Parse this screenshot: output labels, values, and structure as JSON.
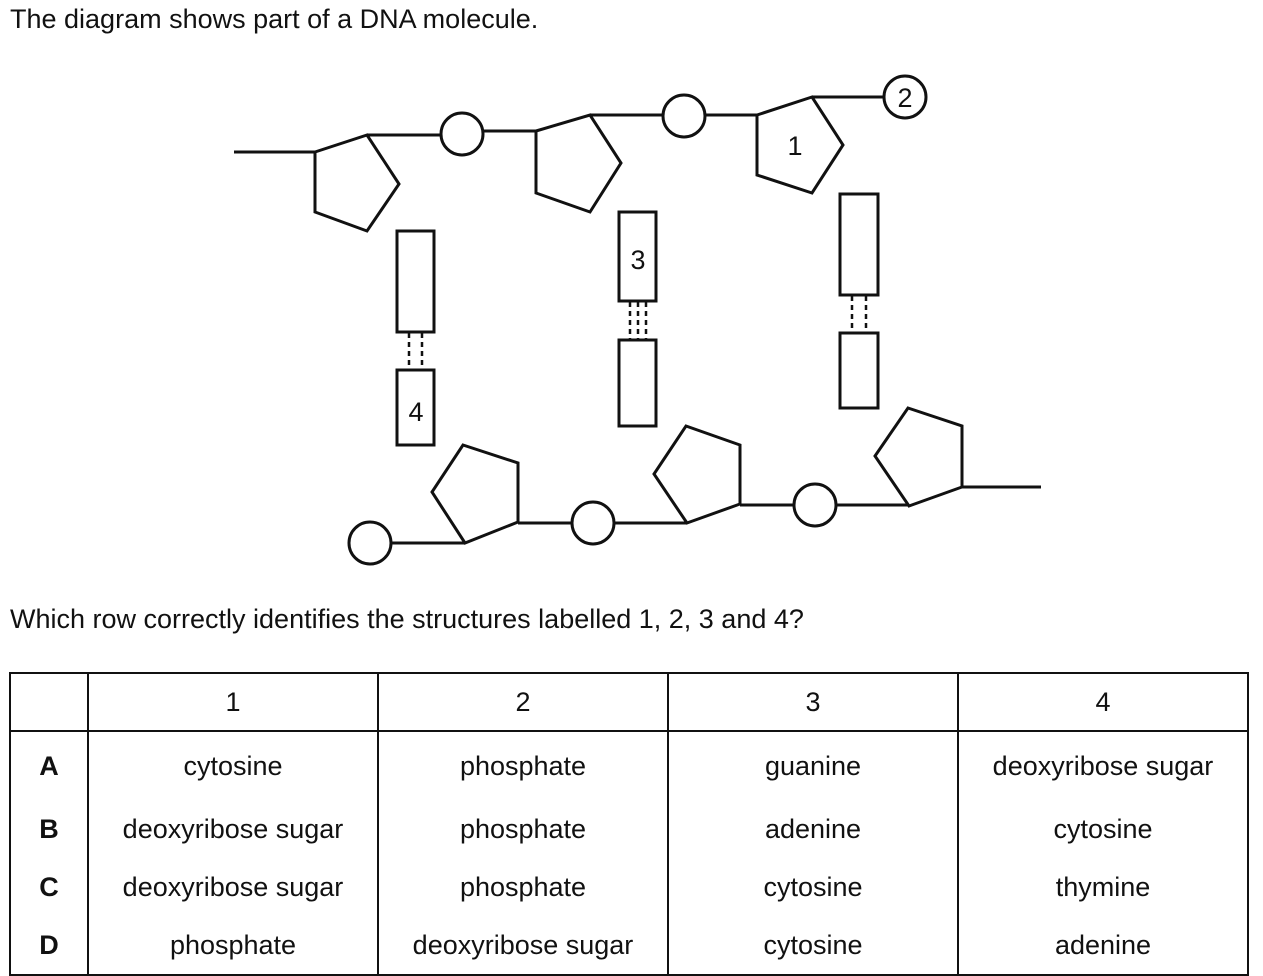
{
  "intro_text": "The diagram shows part of a DNA molecule.",
  "diagram": {
    "labels": [
      "1",
      "2",
      "3",
      "4"
    ]
  },
  "question_text": "Which row correctly identifies the structures labelled 1, 2, 3 and 4?",
  "table": {
    "headers": [
      "",
      "1",
      "2",
      "3",
      "4"
    ],
    "rows": [
      {
        "option": "A",
        "cells": [
          "cytosine",
          "phosphate",
          "guanine",
          "deoxyribose sugar"
        ]
      },
      {
        "option": "B",
        "cells": [
          "deoxyribose sugar",
          "phosphate",
          "adenine",
          "cytosine"
        ]
      },
      {
        "option": "C",
        "cells": [
          "deoxyribose sugar",
          "phosphate",
          "cytosine",
          "thymine"
        ]
      },
      {
        "option": "D",
        "cells": [
          "phosphate",
          "deoxyribose sugar",
          "cytosine",
          "adenine"
        ]
      }
    ]
  }
}
